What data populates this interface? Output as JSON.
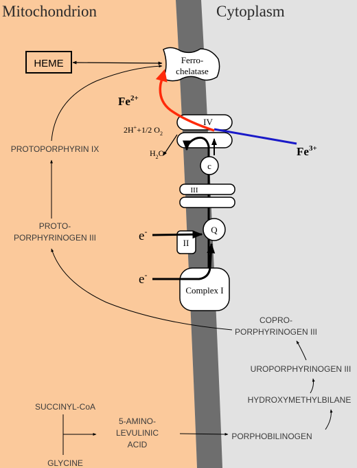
{
  "regions": {
    "mitochondrion": "Mitochondrion",
    "cytoplasm": "Cytoplasm"
  },
  "boxes": {
    "heme": "HEME",
    "ferrochelatase_line1": "Ferro-",
    "ferrochelatase_line2": "chelatase",
    "complex_iv": "IV",
    "cytochrome_c": "c",
    "complex_iii": "III",
    "complex_ii": "II",
    "ubiquinone": "Q",
    "complex_i": "Complex I"
  },
  "ions": {
    "fe2_base": "Fe",
    "fe2_sup": "2+",
    "fe3_base": "Fe",
    "fe3_sup": "3+",
    "oxygen_pre": "2H",
    "oxygen_plus": "+",
    "oxygen_mid": "+1/2 O",
    "oxygen_sub": "2",
    "water_pre": "H",
    "water_sub": "2",
    "water_post": "O",
    "electron_base": "e",
    "electron_sup": "-"
  },
  "metabolites": {
    "protoporphyrin_ix": "PROTOPORPHYRIN  IX",
    "protoporphyrinogen_line1": "PROTO-",
    "protoporphyrinogen_line2": "PORPHYRINOGEN  III",
    "coproporphyrinogen_line1": "COPRO-",
    "coproporphyrinogen_line2": "PORPHYRINOGEN  III",
    "uroporphyrinogen": "UROPORPHYRINOGEN  III",
    "hydroxymethylbilane": "HYDROXYMETHYLBILANE",
    "succinyl_coa": "SUCCINYL-CoA",
    "glycine": "GLYCINE",
    "ala_line1": "5-AMINO-",
    "ala_line2": "LEVULINIC",
    "ala_line3": "ACID",
    "porphobilinogen": "PORPHOBILINOGEN"
  },
  "colors": {
    "mitochondrion_fill": "#fbc99b",
    "cytoplasm_fill": "#e2e2e2",
    "membrane": "#6e6e6e",
    "fe2_arrow": "#ff2a0a",
    "fe3_line": "#1a1ac8",
    "arrow_black": "#000000",
    "metabolite_text": "#3a3a3a"
  }
}
